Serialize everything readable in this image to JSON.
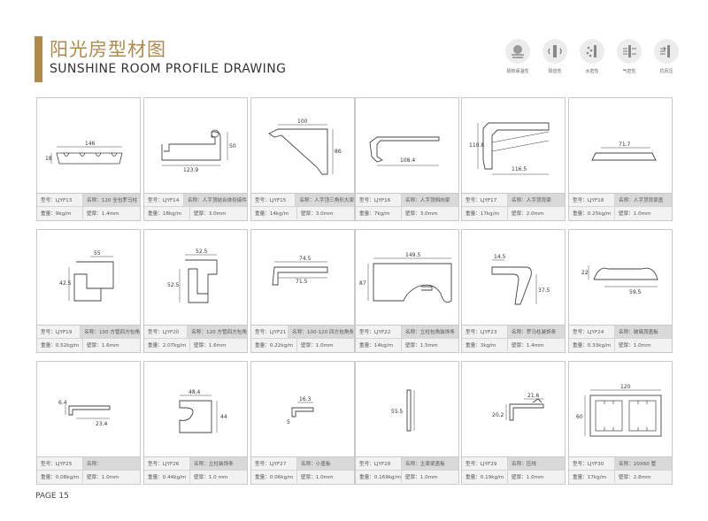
{
  "header": {
    "title_cn": "阳光房型材图",
    "title_en": "SUNSHINE ROOM PROFILE DRAWING"
  },
  "features": [
    {
      "label": "隔热保温性",
      "icon": "thermal-insulation-icon"
    },
    {
      "label": "隔音性",
      "icon": "sound-insulation-icon"
    },
    {
      "label": "水密性",
      "icon": "water-tightness-icon"
    },
    {
      "label": "气密性",
      "icon": "air-tightness-icon"
    },
    {
      "label": "抗风压",
      "icon": "wind-pressure-icon"
    }
  ],
  "profiles": [
    {
      "model": "型号：LJYF13",
      "name": "名称：120 全包罗马柱",
      "weight": "重量：9kg/m",
      "thickness": "壁厚：1.4mm",
      "dims": [
        "146",
        "18"
      ]
    },
    {
      "model": "型号：LJYF14",
      "name": "名称：人字顶结合体衔接件",
      "weight": "重量：18kg/m",
      "thickness": "壁厚：3.0mm",
      "dims": [
        "123.9",
        "50"
      ]
    },
    {
      "model": "型号：LJYF15",
      "name": "名称：人字顶三角形大梁",
      "weight": "重量：14kg/m",
      "thickness": "壁厚：3.0mm",
      "dims": [
        "100",
        "86"
      ]
    },
    {
      "model": "型号：LJYF16",
      "name": "名称：人字顶斜向梁",
      "weight": "重量：7kg/m",
      "thickness": "壁厚：3.0mm",
      "dims": [
        "108.4"
      ]
    },
    {
      "model": "型号：LJYF17",
      "name": "名称：人字顶背梁",
      "weight": "重量：17kg/m",
      "thickness": "壁厚：2.0mm",
      "dims": [
        "110.8",
        "116.5"
      ]
    },
    {
      "model": "型号：LJYF18",
      "name": "名称：人字顶背梁盖",
      "weight": "重量：0.25kg/m",
      "thickness": "壁厚：1.0mm",
      "dims": [
        "71.7"
      ]
    },
    {
      "model": "型号：LJYF19",
      "name": "名称：100 方管四方包角",
      "weight": "重量：0.52kg/m",
      "thickness": "壁厚：1.6mm",
      "dims": [
        "55",
        "42.5"
      ]
    },
    {
      "model": "型号：LJYF20",
      "name": "名称：120 方管四方包角",
      "weight": "重量：2.07kg/m",
      "thickness": "壁厚：1.6mm",
      "dims": [
        "52.5",
        "52.5"
      ]
    },
    {
      "model": "型号：LJYF21",
      "name": "名称：100-120 四方包角条",
      "weight": "重量：0.22kg/m",
      "thickness": "壁厚：1.0mm",
      "dims": [
        "74.5",
        "71.5"
      ]
    },
    {
      "model": "型号：LJYF22",
      "name": "名称：立柱包角装饰条",
      "weight": "重量：14kg/m",
      "thickness": "壁厚：1.5mm",
      "dims": [
        "149.5",
        "87"
      ]
    },
    {
      "model": "型号：LJYF23",
      "name": "名称：罗马柱装饰条",
      "weight": "重量：3kg/m",
      "thickness": "壁厚：1.4mm",
      "dims": [
        "14.5",
        "37.5"
      ]
    },
    {
      "model": "型号：LJYF24",
      "name": "名称：玻璃顶盖板",
      "weight": "重量：0.33kg/m",
      "thickness": "壁厚：1.0mm",
      "dims": [
        "22",
        "59.5"
      ]
    },
    {
      "model": "型号：LJYF25",
      "name": "名称：",
      "weight": "重量：0.08kg/m",
      "thickness": "壁厚：1.0mm",
      "dims": [
        "6.4",
        "23.4"
      ]
    },
    {
      "model": "型号：LJYF26",
      "name": "名称：立柱装饰条",
      "weight": "重量：0.44kg/m",
      "thickness": "壁厚：1.0 mm",
      "dims": [
        "48.4",
        "44"
      ]
    },
    {
      "model": "型号：LJYF27",
      "name": "名称：小盖板",
      "weight": "重量：0.06kg/m",
      "thickness": "壁厚：1.0mm",
      "dims": [
        "16.3",
        "5"
      ]
    },
    {
      "model": "型号：LJYF28",
      "name": "名称：主梁梁盖板",
      "weight": "重量：0.169kg/m",
      "thickness": "壁厚：1.0mm",
      "dims": [
        "55.5"
      ]
    },
    {
      "model": "型号：LJYF29",
      "name": "名称：压线",
      "weight": "重量：0.19kg/m",
      "thickness": "壁厚：1.0mm",
      "dims": [
        "21.6",
        "20.2"
      ]
    },
    {
      "model": "型号：LJYF30",
      "name": "名称：20X60 管",
      "weight": "重量：17kg/m",
      "thickness": "壁厚：2.8mm",
      "dims": [
        "120",
        "60"
      ]
    }
  ],
  "footer": {
    "page": "PAGE 15"
  }
}
